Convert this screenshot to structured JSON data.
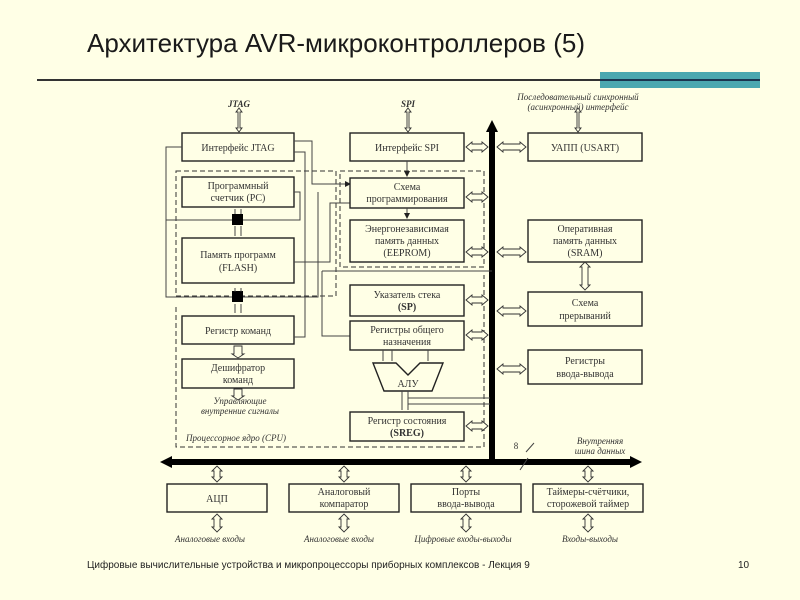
{
  "slide": {
    "title": "Архитектура AVR-микроконтроллеров (5)",
    "footer": "Цифровые вычислительные устройства и микропроцессоры приборных комплексов - Лекция 9",
    "page_number": "10",
    "accent_color": "#4aa8b0"
  },
  "diagram": {
    "external_labels": {
      "jtag": "JTAG",
      "spi": "SPI",
      "serial_interface_line1": "Последовательный синхронный",
      "serial_interface_line2": "(асинхронный) интерфейс",
      "control_signals_line1": "Управляющие",
      "control_signals_line2": "внутренние сигналы",
      "cpu_core": "Процессорное ядро (CPU)",
      "bus_width": "8",
      "data_bus_line1": "Внутренняя",
      "data_bus_line2": "шина данных",
      "analog_inputs_1": "Аналоговые входы",
      "analog_inputs_2": "Аналоговые входы",
      "digital_io": "Цифровые входы-выходы",
      "io_lines": "Входы-выходы"
    },
    "blocks": {
      "jtag_interface": "Интерфейс JTAG",
      "program_counter_l1": "Программный",
      "program_counter_l2": "счетчик (PC)",
      "flash_l1": "Память программ",
      "flash_l2": "(FLASH)",
      "instruction_register": "Регистр команд",
      "decoder_l1": "Дешифратор",
      "decoder_l2": "команд",
      "spi_interface": "Интерфейс SPI",
      "programming_l1": "Схема",
      "programming_l2": "программирования",
      "eeprom_l1": "Энергонезависимая",
      "eeprom_l2": "память данных",
      "eeprom_l3": "(EEPROM)",
      "stack_pointer_l1": "Указатель стека",
      "stack_pointer_l2": "(SP)",
      "gpr_l1": "Регистры общего",
      "gpr_l2": "назначения",
      "alu": "АЛУ",
      "sreg_l1": "Регистр состояния",
      "sreg_l2": "(SREG)",
      "usart": "УАПП (USART)",
      "sram_l1": "Оперативная",
      "sram_l2": "память данных",
      "sram_l3": "(SRAM)",
      "interrupts_l1": "Схема",
      "interrupts_l2": "прерываний",
      "io_registers_l1": "Регистры",
      "io_registers_l2": "ввода-вывода",
      "adc": "АЦП",
      "comparator_l1": "Аналоговый",
      "comparator_l2": "компаратор",
      "ports_l1": "Порты",
      "ports_l2": "ввода-вывода",
      "timers_l1": "Таймеры-счётчики,",
      "timers_l2": "сторожевой таймер"
    }
  }
}
